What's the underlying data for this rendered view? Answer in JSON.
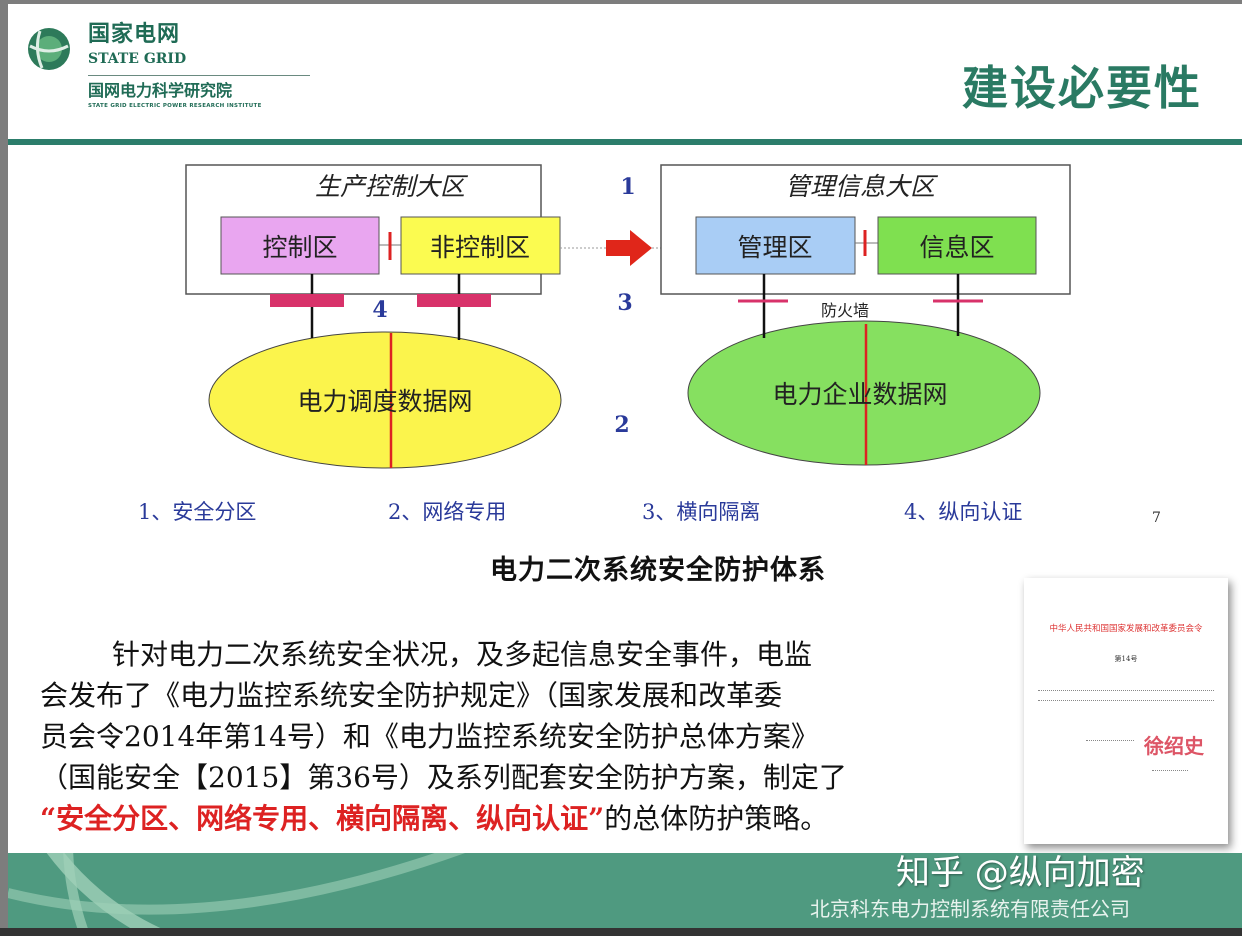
{
  "header": {
    "logo_cn": "国家电网",
    "logo_en": "STATE GRID",
    "institute_cn": "国网电力科学研究院",
    "institute_en": "STATE GRID ELECTRIC POWER RESEARCH INSTITUTE",
    "title": "建设必要性"
  },
  "diagram": {
    "production_zone": "生产控制大区",
    "control_area": "控制区",
    "noncontrol_area": "非控制区",
    "management_zone": "管理信息大区",
    "management_area": "管理区",
    "info_area": "信息区",
    "dispatch_network": "电力调度数据网",
    "enterprise_network": "电力企业数据网",
    "firewall_label": "防火墙",
    "markers": [
      "1",
      "2",
      "3",
      "4"
    ],
    "colors": {
      "control": "#e9a6f0",
      "noncontrol": "#fbfb50",
      "management": "#a9cdf5",
      "info": "#7fe050",
      "dispatch_net": "#fbf44c",
      "enterprise_net": "#86e060",
      "isolation": "#d8326a",
      "arrow": "#e0261a"
    }
  },
  "principles": [
    "1、安全分区",
    "2、网络专用",
    "3、横向隔离",
    "4、纵向认证"
  ],
  "page_number": "7",
  "caption": "电力二次系统安全防护体系",
  "paragraph": {
    "lines": [
      "针对电力二次系统安全状况，及多起信息安全事件，电监",
      "会发布了《电力监控系统安全防护规定》（国家发展和改革委",
      "员会令2014年第14号）和《电力监控系统安全防护总体方案》",
      "（国能安全【2015】第36号）及系列配套安全防护方案，制定了"
    ],
    "red": "“安全分区、网络专用、横向隔离、纵向认证”",
    "tail": "的总体防护策略。"
  },
  "document_image": {
    "heading": "中华人民共和国国家发展和改革委员会令",
    "number": "第14号",
    "signature": "徐绍史"
  },
  "footer": {
    "org": "北京科东电力控制系统有限责任公司",
    "watermark": "知乎 @纵向加密"
  }
}
